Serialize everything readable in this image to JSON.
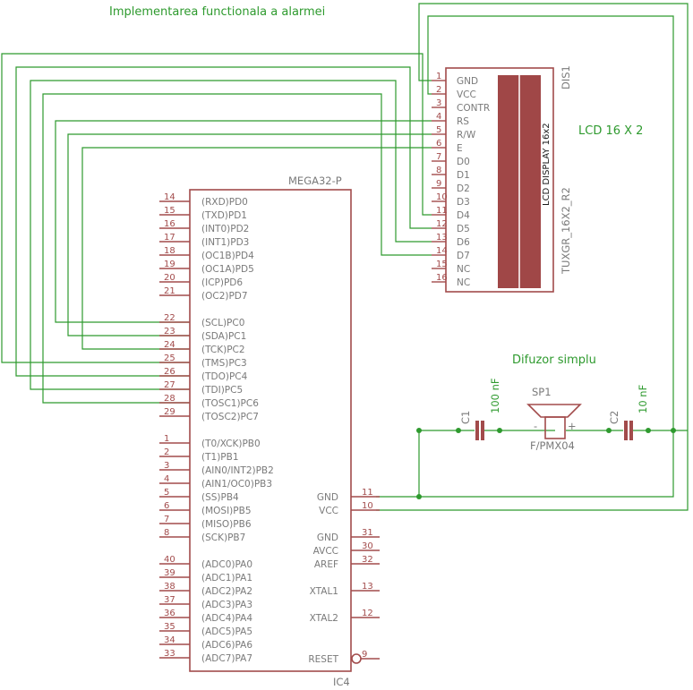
{
  "title": "Implementarea functionala a alarmei",
  "lcd": {
    "name": "DIS1",
    "value": "TUXGR_16X2_R2",
    "caption": "LCD 16 X 2",
    "body_text": "LCD DISPLAY 16x2",
    "pins": [
      {
        "num": "1",
        "label": "GND"
      },
      {
        "num": "2",
        "label": "VCC"
      },
      {
        "num": "3",
        "label": "CONTR"
      },
      {
        "num": "4",
        "label": "RS"
      },
      {
        "num": "5",
        "label": "R/W"
      },
      {
        "num": "6",
        "label": "E"
      },
      {
        "num": "7",
        "label": "D0"
      },
      {
        "num": "8",
        "label": "D1"
      },
      {
        "num": "9",
        "label": "D2"
      },
      {
        "num": "10",
        "label": "D3"
      },
      {
        "num": "11",
        "label": "D4"
      },
      {
        "num": "12",
        "label": "D5"
      },
      {
        "num": "13",
        "label": "D6"
      },
      {
        "num": "14",
        "label": "D7"
      },
      {
        "num": "15",
        "label": "NC"
      },
      {
        "num": "16",
        "label": "NC"
      }
    ]
  },
  "mcu": {
    "value": "MEGA32-P",
    "name": "IC4",
    "left_pins": [
      {
        "num": "14",
        "label": "(RXD)PD0"
      },
      {
        "num": "15",
        "label": "(TXD)PD1"
      },
      {
        "num": "16",
        "label": "(INT0)PD2"
      },
      {
        "num": "17",
        "label": "(INT1)PD3"
      },
      {
        "num": "18",
        "label": "(OC1B)PD4"
      },
      {
        "num": "19",
        "label": "(OC1A)PD5"
      },
      {
        "num": "20",
        "label": "(ICP)PD6"
      },
      {
        "num": "21",
        "label": "(OC2)PD7"
      },
      {
        "num": "22",
        "label": "(SCL)PC0"
      },
      {
        "num": "23",
        "label": "(SDA)PC1"
      },
      {
        "num": "24",
        "label": "(TCK)PC2"
      },
      {
        "num": "25",
        "label": "(TMS)PC3"
      },
      {
        "num": "26",
        "label": "(TDO)PC4"
      },
      {
        "num": "27",
        "label": "(TDI)PC5"
      },
      {
        "num": "28",
        "label": "(TOSC1)PC6"
      },
      {
        "num": "29",
        "label": "(TOSC2)PC7"
      },
      {
        "num": "1",
        "label": "(T0/XCK)PB0"
      },
      {
        "num": "2",
        "label": "(T1)PB1"
      },
      {
        "num": "3",
        "label": "(AIN0/INT2)PB2"
      },
      {
        "num": "4",
        "label": "(AIN1/OC0)PB3"
      },
      {
        "num": "5",
        "label": "(SS)PB4"
      },
      {
        "num": "6",
        "label": "(MOSI)PB5"
      },
      {
        "num": "7",
        "label": "(MISO)PB6"
      },
      {
        "num": "8",
        "label": "(SCK)PB7"
      },
      {
        "num": "40",
        "label": "(ADC0)PA0"
      },
      {
        "num": "39",
        "label": "(ADC1)PA1"
      },
      {
        "num": "38",
        "label": "(ADC2)PA2"
      },
      {
        "num": "37",
        "label": "(ADC3)PA3"
      },
      {
        "num": "36",
        "label": "(ADC4)PA4"
      },
      {
        "num": "35",
        "label": "(ADC5)PA5"
      },
      {
        "num": "34",
        "label": "(ADC6)PA6"
      },
      {
        "num": "33",
        "label": "(ADC7)PA7"
      }
    ],
    "right_pins": [
      {
        "num": "11",
        "label": "GND"
      },
      {
        "num": "10",
        "label": "VCC"
      },
      {
        "num": "31",
        "label": "GND"
      },
      {
        "num": "30",
        "label": "AVCC"
      },
      {
        "num": "32",
        "label": "AREF"
      },
      {
        "num": "13",
        "label": "XTAL1"
      },
      {
        "num": "12",
        "label": "XTAL2"
      },
      {
        "num": "9",
        "label": "RESET"
      }
    ]
  },
  "buzzer": {
    "caption": "Difuzor simplu",
    "name": "SP1",
    "value": "F/PMX04",
    "minus": "-",
    "plus": "+"
  },
  "c1": {
    "name": "C1",
    "value": "100 nF"
  },
  "c2": {
    "name": "C2",
    "value": "10 nF"
  },
  "colors": {
    "wire": "#2e9a2e",
    "part": "#a24b4b",
    "label": "#7a7a7a",
    "lcd_fill": "#a04747"
  }
}
